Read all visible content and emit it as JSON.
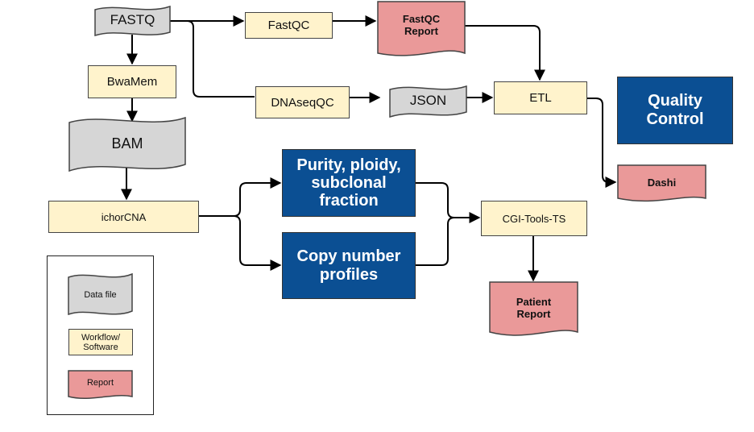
{
  "colors": {
    "data_file": "#d6d6d6",
    "workflow": "#fff3cc",
    "report": "#ea9999",
    "result": "#0b4f93",
    "stroke": "#444444",
    "edge": "#000000"
  },
  "nodes": {
    "fastq": "FASTQ",
    "fastqc": "FastQC",
    "fastqc_report": "FastQC\nReport",
    "bwamem": "BwaMem",
    "dnaseqqc": "DNAseqQC",
    "json": "JSON",
    "etl": "ETL",
    "quality_control": "Quality\nControl",
    "bam": "BAM",
    "dashi": "Dashi",
    "ichorcna": "ichorCNA",
    "purity": "Purity, ploidy,\nsubclonal\nfraction",
    "copy_number": "Copy number\nprofiles",
    "cgi_tools": "CGI-Tools-TS",
    "patient_report": "Patient\nReport"
  },
  "legend": {
    "data_file": "Data file",
    "workflow": "Workflow/\nSoftware",
    "report": "Report"
  }
}
